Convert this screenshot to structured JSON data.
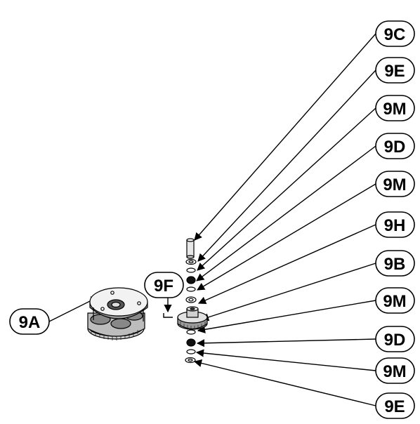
{
  "diagram": {
    "callouts": [
      {
        "id": "c1",
        "label": "9C"
      },
      {
        "id": "c2",
        "label": "9E"
      },
      {
        "id": "c3",
        "label": "9M"
      },
      {
        "id": "c4",
        "label": "9D"
      },
      {
        "id": "c5",
        "label": "9M"
      },
      {
        "id": "c6",
        "label": "9H"
      },
      {
        "id": "c7",
        "label": "9B"
      },
      {
        "id": "c8",
        "label": "9M"
      },
      {
        "id": "c9",
        "label": "9D"
      },
      {
        "id": "c10",
        "label": "9M"
      },
      {
        "id": "c11",
        "label": "9E"
      },
      {
        "id": "c12",
        "label": "9F"
      },
      {
        "id": "c13",
        "label": "9A"
      }
    ],
    "colors": {
      "line": "#000000",
      "fill": "#ffffff",
      "dark": "#111111",
      "mid": "#666666",
      "light": "#d9d9d9"
    }
  }
}
